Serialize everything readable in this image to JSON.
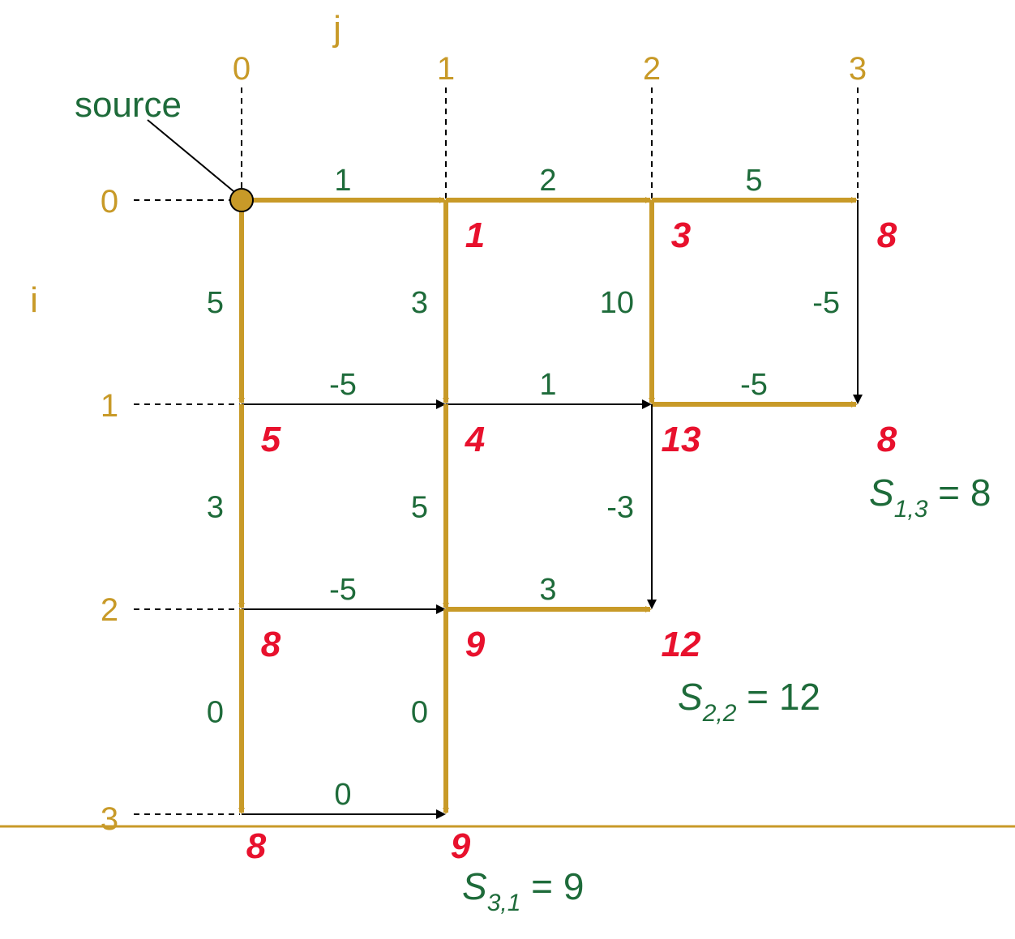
{
  "axes": {
    "col_name": "j",
    "row_name": "i",
    "col_labels": [
      "0",
      "1",
      "2",
      "3"
    ],
    "row_labels": [
      "0",
      "1",
      "2",
      "3"
    ]
  },
  "source_label": "source",
  "colors": {
    "highlight": "#c89a28",
    "plain_edge": "#000000",
    "weight_text": "#1e6b3a",
    "node_value": "#e8112d"
  },
  "edges": [
    {
      "id": "h-0-0",
      "dir": "h",
      "row": 0,
      "col": 0,
      "weight": "1",
      "highlight": true
    },
    {
      "id": "h-0-1",
      "dir": "h",
      "row": 0,
      "col": 1,
      "weight": "2",
      "highlight": true
    },
    {
      "id": "h-0-2",
      "dir": "h",
      "row": 0,
      "col": 2,
      "weight": "5",
      "highlight": true
    },
    {
      "id": "h-1-0",
      "dir": "h",
      "row": 1,
      "col": 0,
      "weight": "-5",
      "highlight": false
    },
    {
      "id": "h-1-1",
      "dir": "h",
      "row": 1,
      "col": 1,
      "weight": "1",
      "highlight": false
    },
    {
      "id": "h-1-2",
      "dir": "h",
      "row": 1,
      "col": 2,
      "weight": "-5",
      "highlight": true
    },
    {
      "id": "h-2-0",
      "dir": "h",
      "row": 2,
      "col": 0,
      "weight": "-5",
      "highlight": false
    },
    {
      "id": "h-2-1",
      "dir": "h",
      "row": 2,
      "col": 1,
      "weight": "3",
      "highlight": true
    },
    {
      "id": "h-3-0",
      "dir": "h",
      "row": 3,
      "col": 0,
      "weight": "0",
      "highlight": false
    },
    {
      "id": "v-0-0",
      "dir": "v",
      "row": 0,
      "col": 0,
      "weight": "5",
      "highlight": true
    },
    {
      "id": "v-0-1",
      "dir": "v",
      "row": 0,
      "col": 1,
      "weight": "3",
      "highlight": true
    },
    {
      "id": "v-0-2",
      "dir": "v",
      "row": 0,
      "col": 2,
      "weight": "10",
      "highlight": true
    },
    {
      "id": "v-0-3",
      "dir": "v",
      "row": 0,
      "col": 3,
      "weight": "-5",
      "highlight": false
    },
    {
      "id": "v-1-0",
      "dir": "v",
      "row": 1,
      "col": 0,
      "weight": "3",
      "highlight": true
    },
    {
      "id": "v-1-1",
      "dir": "v",
      "row": 1,
      "col": 1,
      "weight": "5",
      "highlight": true
    },
    {
      "id": "v-1-2",
      "dir": "v",
      "row": 1,
      "col": 2,
      "weight": "-3",
      "highlight": false
    },
    {
      "id": "v-2-0",
      "dir": "v",
      "row": 2,
      "col": 0,
      "weight": "0",
      "highlight": true
    },
    {
      "id": "v-2-1",
      "dir": "v",
      "row": 2,
      "col": 1,
      "weight": "0",
      "highlight": true
    }
  ],
  "node_values": [
    {
      "row": 0,
      "col": 1,
      "value": "1"
    },
    {
      "row": 0,
      "col": 2,
      "value": "3"
    },
    {
      "row": 0,
      "col": 3,
      "value": "8"
    },
    {
      "row": 1,
      "col": 0,
      "value": "5"
    },
    {
      "row": 1,
      "col": 1,
      "value": "4"
    },
    {
      "row": 1,
      "col": 2,
      "value": "13"
    },
    {
      "row": 1,
      "col": 3,
      "value": "8"
    },
    {
      "row": 2,
      "col": 0,
      "value": "8"
    },
    {
      "row": 2,
      "col": 1,
      "value": "9"
    },
    {
      "row": 2,
      "col": 2,
      "value": "12"
    },
    {
      "row": 3,
      "col": 0,
      "value": "8"
    },
    {
      "row": 3,
      "col": 1,
      "value": "9"
    }
  ],
  "scores": [
    {
      "id": "s13",
      "symbol": "S",
      "subscript": "1,3",
      "rest": " = 8"
    },
    {
      "id": "s22",
      "symbol": "S",
      "subscript": "2,2",
      "rest": " = 12"
    },
    {
      "id": "s31",
      "symbol": "S",
      "subscript": "3,1",
      "rest": " = 9"
    }
  ]
}
